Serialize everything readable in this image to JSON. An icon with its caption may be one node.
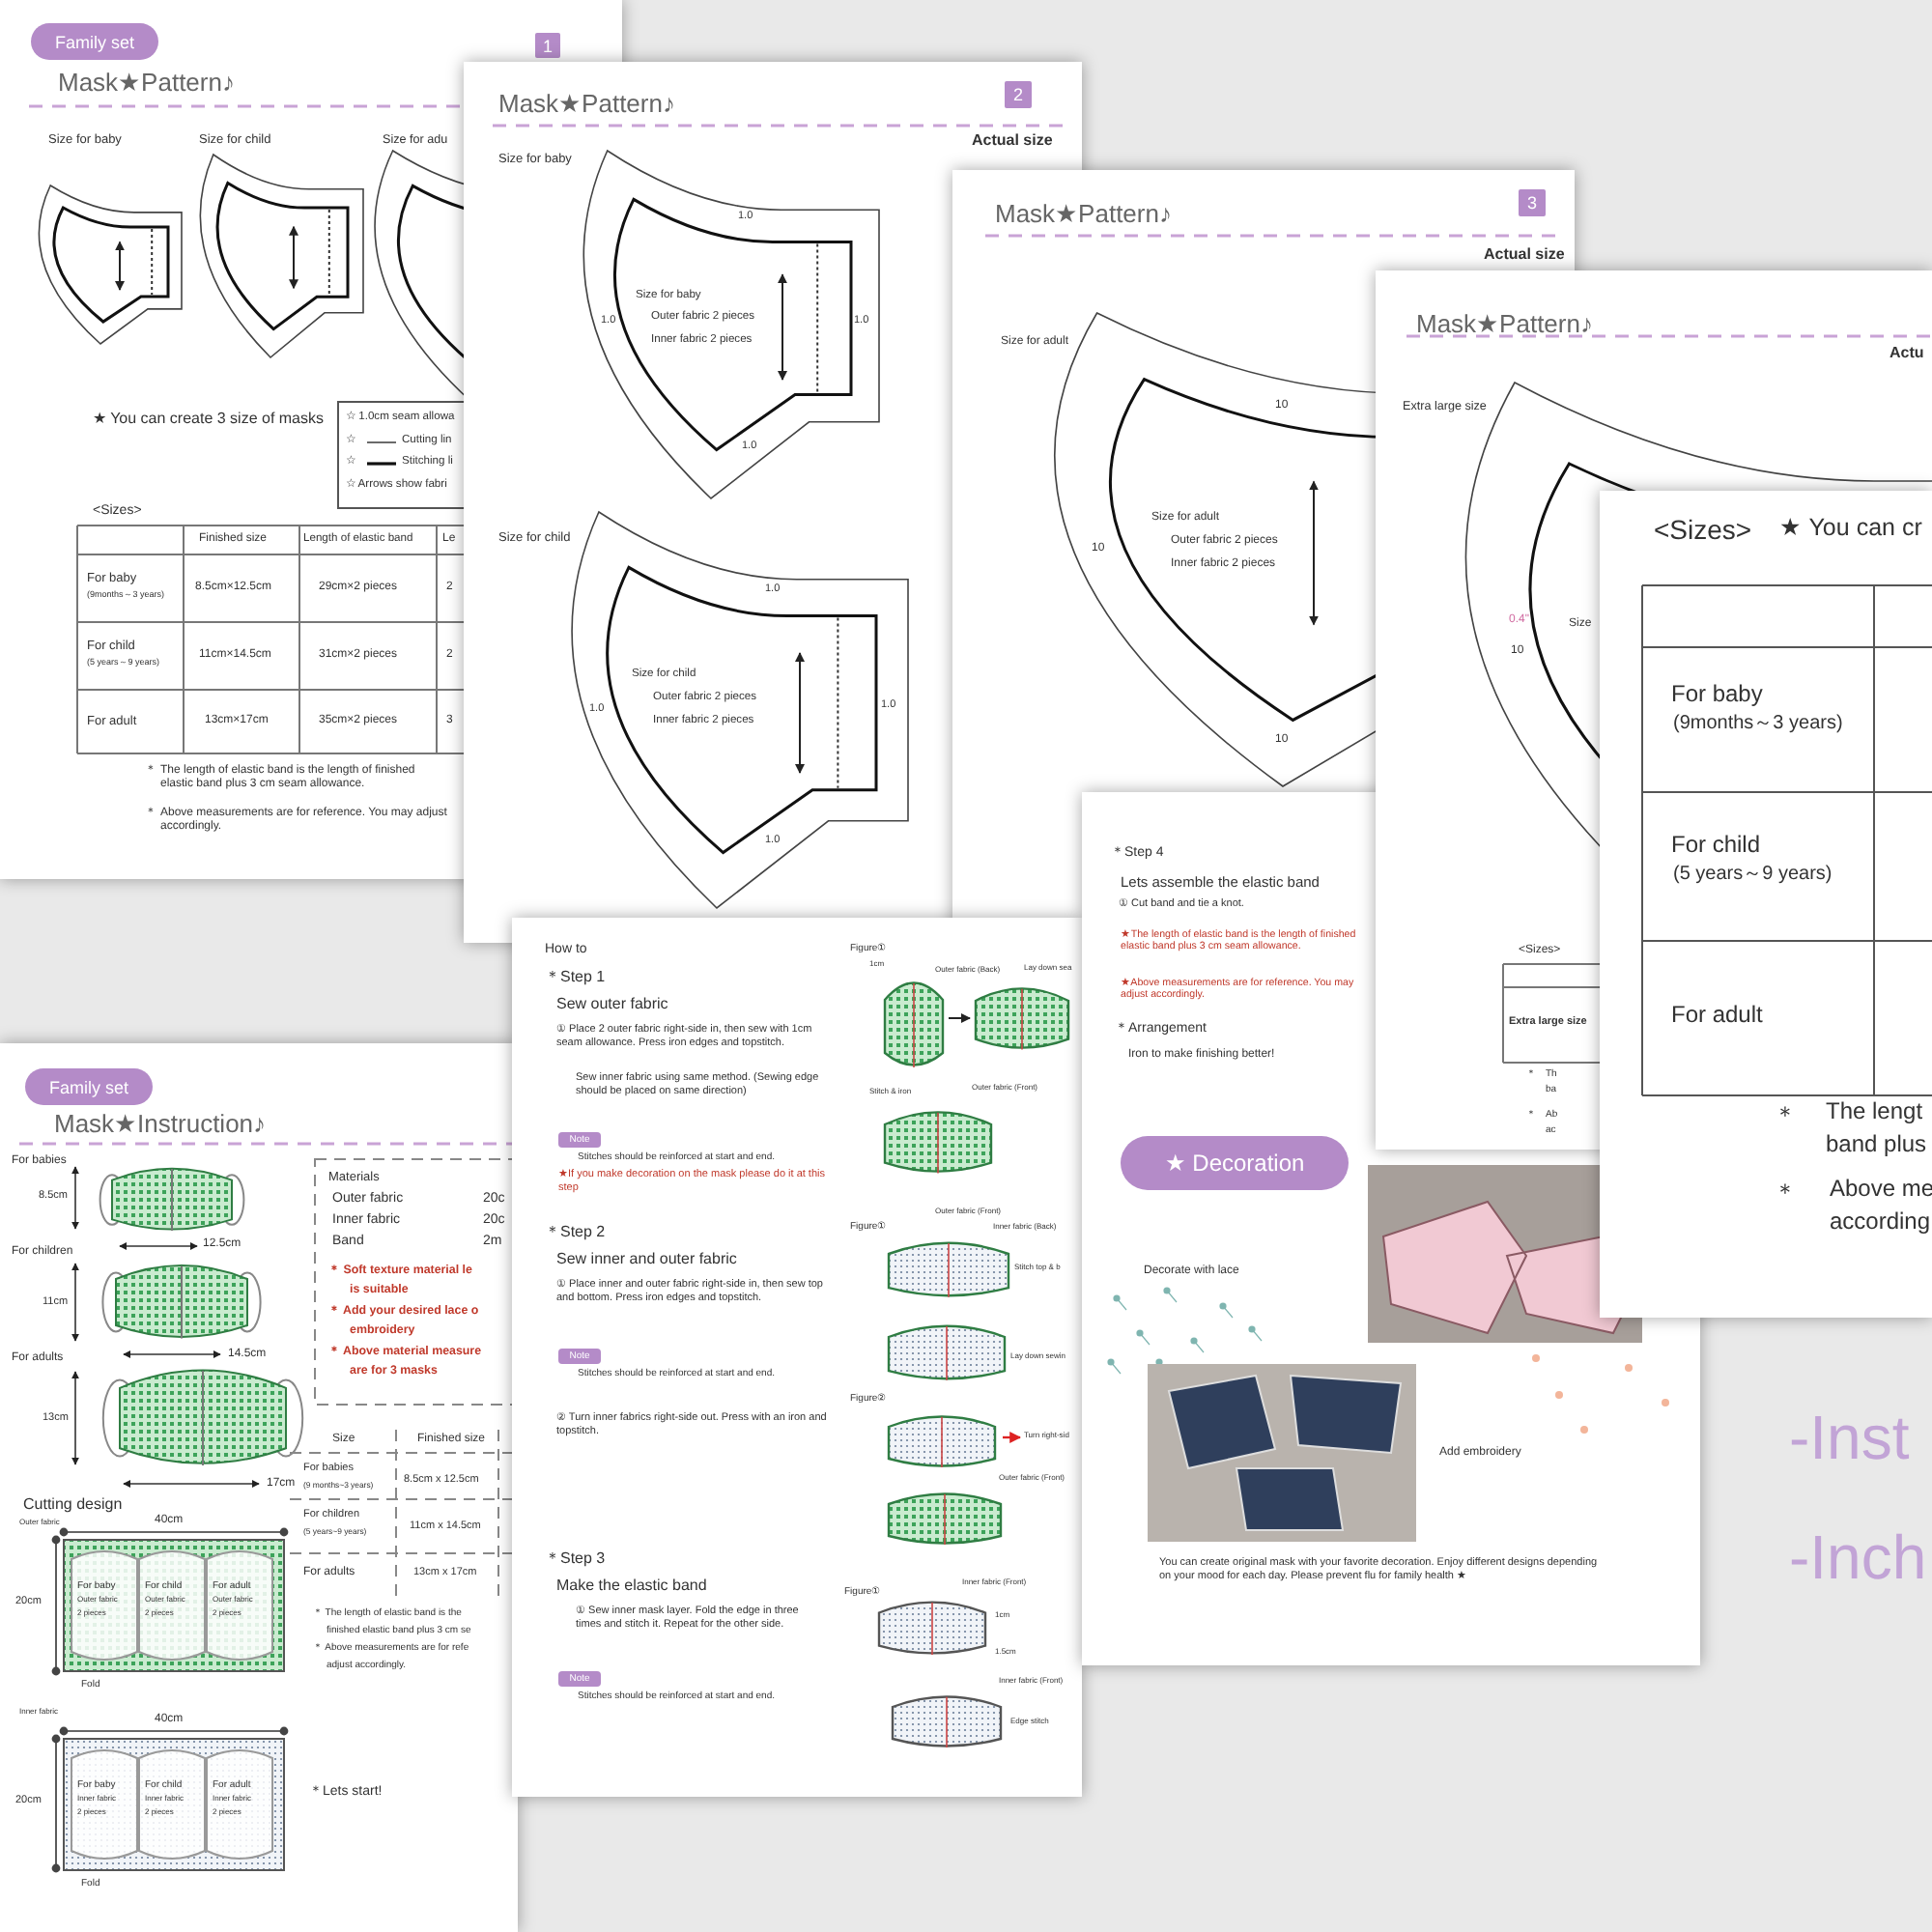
{
  "diagram": {
    "nodes": [
      {
        "text": [
          "Family set"
        ]
      },
      {
        "text": [
          "1"
        ]
      },
      {
        "text": [
          "2"
        ]
      },
      {
        "text": [
          "3"
        ]
      },
      {
        "text": [
          "Family set"
        ]
      },
      {
        "text": [
          "Note"
        ]
      },
      {
        "text": [
          "Note"
        ]
      },
      {
        "text": [
          "Note"
        ]
      },
      {
        "text": [
          "★ Decoration"
        ]
      }
    ],
    "labels": [
      "Mask★Pattern♪",
      "Size for baby",
      "Size for child",
      "Size for adu",
      "★ You can create 3 size of masks",
      "☆ 1.0cm seam allowa",
      "☆",
      "Cutting lin",
      "☆",
      "Stitching li",
      "☆ Arrows show fabri",
      "<Sizes>",
      "Finished size",
      "Length of elastic band",
      "Le",
      "For baby",
      "(9months～3 years)",
      "8.5cm×12.5cm",
      "29cm×2 pieces",
      "2",
      "For child",
      "(5 years～9 years)",
      "11cm×14.5cm",
      "31cm×2 pieces",
      "2",
      "For adult",
      "13cm×17cm",
      "35cm×2 pieces",
      "3",
      "＊",
      "The length of elastic band is the length of finished elastic band plus 3 cm seam allowance.",
      "＊",
      "Above measurements are for reference. You may adjust accordingly.",
      "Mask★Pattern♪",
      "Actual size",
      "Size for baby",
      "1.0",
      "1.0",
      "Size for baby",
      "Outer fabric 2 pieces",
      "Inner fabric 2 pieces",
      "1.0",
      "1.0",
      "Size for child",
      "1.0",
      "1.0",
      "Size for child",
      "Outer fabric 2 pieces",
      "Inner fabric 2 pieces",
      "1.0",
      "1.0",
      "Mask★Pattern♪",
      "Actual size",
      "Size for adult",
      "10",
      "10",
      "Size for adult",
      "Outer fabric 2 pieces",
      "Inner fabric 2 pieces",
      "10",
      "Mask★Pattern♪",
      "Actu",
      "Extra large size",
      "0.4\"",
      "10",
      "Size",
      "<Sizes>",
      "Extra large size",
      "＊",
      "Th",
      "ba",
      "＊",
      "Ab",
      "ac",
      "<Sizes>",
      "★ You can cr",
      "For baby",
      "(9months～3 years)",
      "For child",
      "(5 years～9 years)",
      "For adult",
      "＊",
      "The lengt",
      "band plus",
      "＊",
      "Above me",
      "according",
      "Mask★Instruction♪",
      "For babies",
      "8.5cm",
      "12.5cm",
      "For children",
      "11cm",
      "14.5cm",
      "For adults",
      "13cm",
      "17cm",
      "Materials",
      "Outer fabric",
      "20c",
      "Inner fabric",
      "20c",
      "Band",
      "2m",
      "＊ Soft texture material le",
      "is suitable",
      "＊ Add your desired lace o",
      "embroidery",
      "＊ Above material measure",
      "are for 3 masks",
      "Size",
      "Finished size",
      "For babies",
      "(9 months~3 years)",
      "8.5cm x 12.5cm",
      "For children",
      "(5 years~9 years)",
      "11cm x 14.5cm",
      "For adults",
      "13cm x 17cm",
      "＊ The length of elastic band is the",
      "finished elastic band plus 3 cm se",
      "＊ Above measurements are for refe",
      "adjust accordingly.",
      "Cutting design",
      "Outer fabric",
      "40cm",
      "20cm",
      "For baby",
      "Outer fabric",
      "2 pieces",
      "For child",
      "Outer fabric",
      "2 pieces",
      "For adult",
      "Outer fabric",
      "2 pieces",
      "Fold",
      "Inner fabric",
      "40cm",
      "20cm",
      "For baby",
      "Inner fabric",
      "2 pieces",
      "For child",
      "Inner fabric",
      "2 pieces",
      "For adult",
      "Inner fabric",
      "2 pieces",
      "Fold",
      "＊Lets start!",
      "How to",
      "＊Step 1",
      "Sew outer fabric",
      "① Place 2 outer fabric right-side in, then sew with 1cm seam allowance. Press iron edges and topstitch.",
      "Sew inner fabric using same method. (Sewing edge should be placed on same direction)",
      "Stitches should be reinforced at start and end.",
      "★If you make decoration on the mask please do it at this step",
      "＊Step 2",
      "Sew inner and outer fabric",
      "① Place inner and outer fabric right-side in, then sew top and bottom. Press iron edges and topstitch.",
      "Stitches should be reinforced at start and end.",
      "② Turn inner fabrics right-side out. Press with an iron and topstitch.",
      "＊Step 3",
      "Make the elastic band",
      "① Sew inner mask layer. Fold the edge in three times and stitch it. Repeat for the other side.",
      "Stitches should be reinforced at start and end.",
      "Figure①",
      "1cm",
      "Outer fabric (Back)",
      "Lay down sea",
      "Stitch & iron",
      "Outer fabric (Front)",
      "Figure①",
      "Outer fabric (Front)",
      "Inner fabric (Back)",
      "Stitch top & b",
      "Lay down sewin",
      "Figure②",
      "Turn right-sid",
      "Outer fabric (Front)",
      "Figure①",
      "Inner fabric (Front)",
      "1cm",
      "1.5cm",
      "Inner fabric (Front)",
      "Edge stitch",
      "＊Step 4",
      "Lets assemble the elastic band",
      "① Cut band and tie a knot.",
      "★ The length of elastic band is the length of finished elastic band plus 3 cm seam allowance.",
      "★ Above measurements are for reference. You may adjust accordingly.",
      "＊Arrangement",
      "Iron to make finishing better!",
      "Decorate with lace",
      "Add embroidery",
      "You can create original mask with your favorite decoration. Enjoy different designs depending on your mood for each day. Please prevent flu for family health ★",
      "-Inst",
      "-Inch"
    ]
  }
}
